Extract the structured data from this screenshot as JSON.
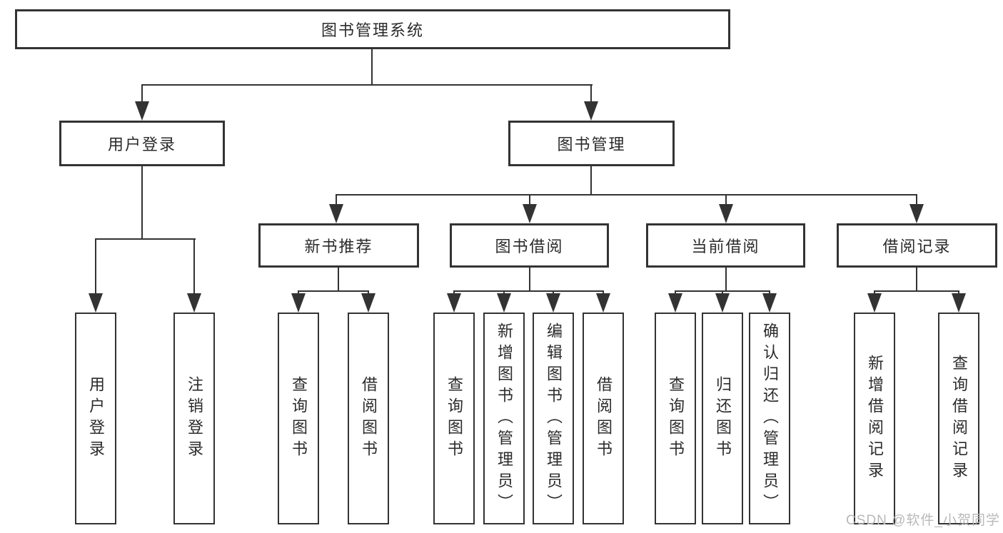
{
  "diagram": {
    "root": "图书管理系统",
    "level2": [
      {
        "id": "user-login",
        "label": "用户登录",
        "children": [
          "用户登录",
          "注销登录"
        ]
      },
      {
        "id": "book-management",
        "label": "图书管理"
      }
    ],
    "level3": [
      {
        "id": "new-book-recommend",
        "label": "新书推荐",
        "children": [
          "查询图书",
          "借阅图书"
        ]
      },
      {
        "id": "book-borrowing",
        "label": "图书借阅",
        "children": [
          "查询图书",
          "新增图书（管理员）",
          "编辑图书（管理员）",
          "借阅图书"
        ]
      },
      {
        "id": "current-borrowing",
        "label": "当前借阅",
        "children": [
          "查询图书",
          "归还图书",
          "确认归还（管理员）"
        ]
      },
      {
        "id": "borrow-records",
        "label": "借阅记录",
        "children": [
          "新增借阅记录",
          "查询借阅记录"
        ]
      }
    ]
  },
  "watermark": {
    "text": "CSDN @软件_小贺同学"
  },
  "colors": {
    "line": "#333333",
    "text": "#2b2b2b",
    "background": "#ffffff",
    "watermark": "#b9b9b9"
  }
}
